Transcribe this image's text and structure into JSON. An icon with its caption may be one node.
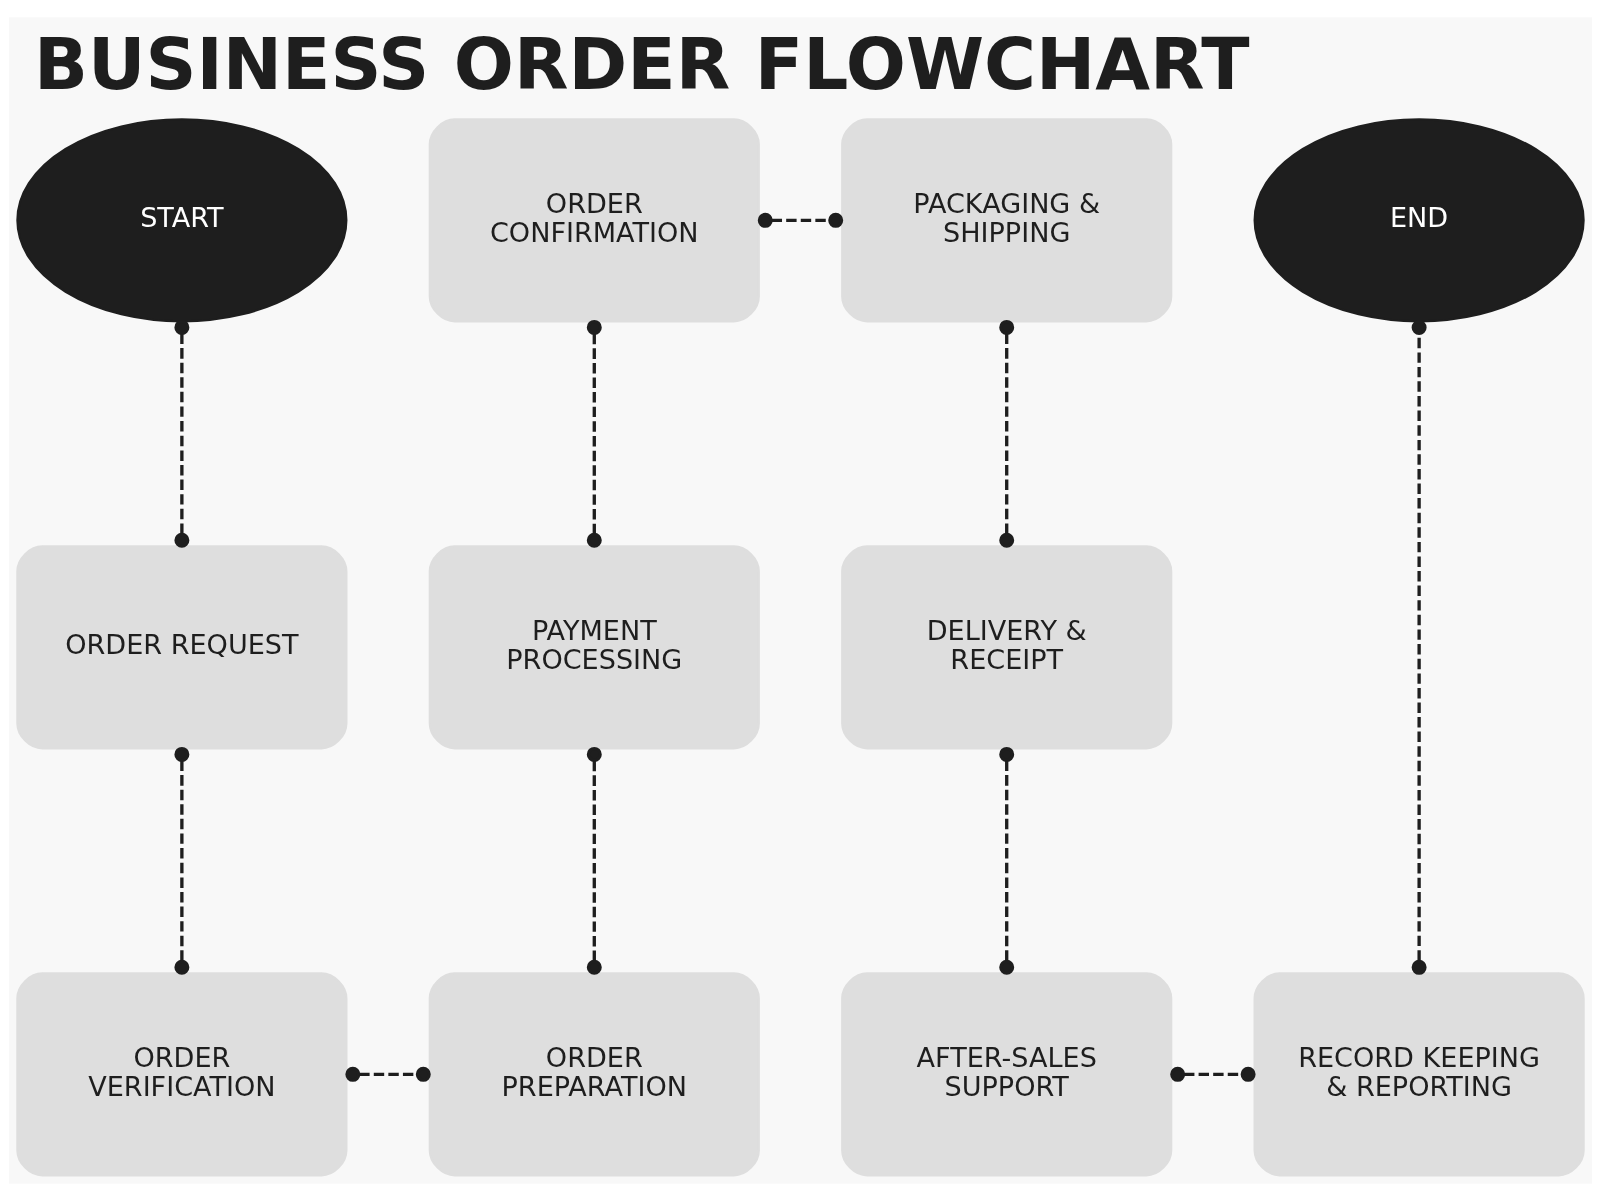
{
  "diagram": {
    "title": "BUSINESS ORDER FLOWCHART",
    "nodes": [
      {
        "text": [
          "START"
        ]
      },
      {
        "text": [
          "ORDER CONFIRMATION"
        ]
      },
      {
        "text": [
          "PACKAGING & SHIPPING"
        ]
      },
      {
        "text": [
          "END"
        ]
      },
      {
        "text": [
          "ORDER REQUEST"
        ]
      },
      {
        "text": [
          "PAYMENT PROCESSING"
        ]
      },
      {
        "text": [
          "DELIVERY & RECEIPT"
        ]
      },
      {
        "text": [
          "ORDER VERIFICATION"
        ]
      },
      {
        "text": [
          "ORDER PREPARATION"
        ]
      },
      {
        "text": [
          "AFTER-SALES SUPPORT"
        ]
      },
      {
        "text": [
          "RECORD KEEPING & REPORTING"
        ]
      }
    ],
    "edges": [
      {
        "from": 0,
        "to": 4,
        "arrow": "other",
        "style": "dashed"
      },
      {
        "from": 4,
        "to": 7,
        "arrow": "other",
        "style": "dashed"
      },
      {
        "from": 7,
        "to": 8,
        "arrow": "other",
        "style": "dashed"
      },
      {
        "from": 8,
        "to": 5,
        "arrow": "other",
        "style": "dashed"
      },
      {
        "from": 5,
        "to": 1,
        "arrow": "other",
        "style": "dashed"
      },
      {
        "from": 1,
        "to": 2,
        "arrow": "other",
        "style": "dashed"
      },
      {
        "from": 2,
        "to": 6,
        "arrow": "other",
        "style": "dashed"
      },
      {
        "from": 6,
        "to": 9,
        "arrow": "other",
        "style": "dashed"
      },
      {
        "from": 9,
        "to": 10,
        "arrow": "other",
        "style": "dashed"
      },
      {
        "from": 10,
        "to": 3,
        "arrow": "other",
        "style": "dashed"
      }
    ]
  }
}
